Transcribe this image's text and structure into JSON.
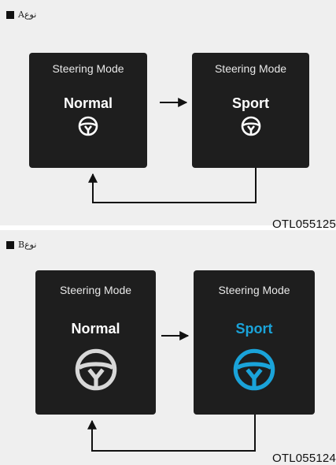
{
  "panel_a": {
    "type_label": "نوعA",
    "left_screen": {
      "heading": "Steering Mode",
      "mode": "Normal",
      "wheel_color": "#ffffff"
    },
    "right_screen": {
      "heading": "Steering Mode",
      "mode": "Sport",
      "wheel_color": "#ffffff"
    },
    "code": "OTL055125"
  },
  "panel_b": {
    "type_label": "نوعB",
    "left_screen": {
      "heading": "Steering Mode",
      "mode": "Normal",
      "wheel_color": "#d8d8d8"
    },
    "right_screen": {
      "heading": "Steering Mode",
      "mode": "Sport",
      "wheel_color": "#1aa3d9"
    },
    "code": "OTL055124"
  },
  "colors": {
    "screen_bg": "#1e1e1e",
    "panel_bg": "#efefef",
    "arrow": "#111111",
    "sport_accent": "#1aa3d9"
  }
}
